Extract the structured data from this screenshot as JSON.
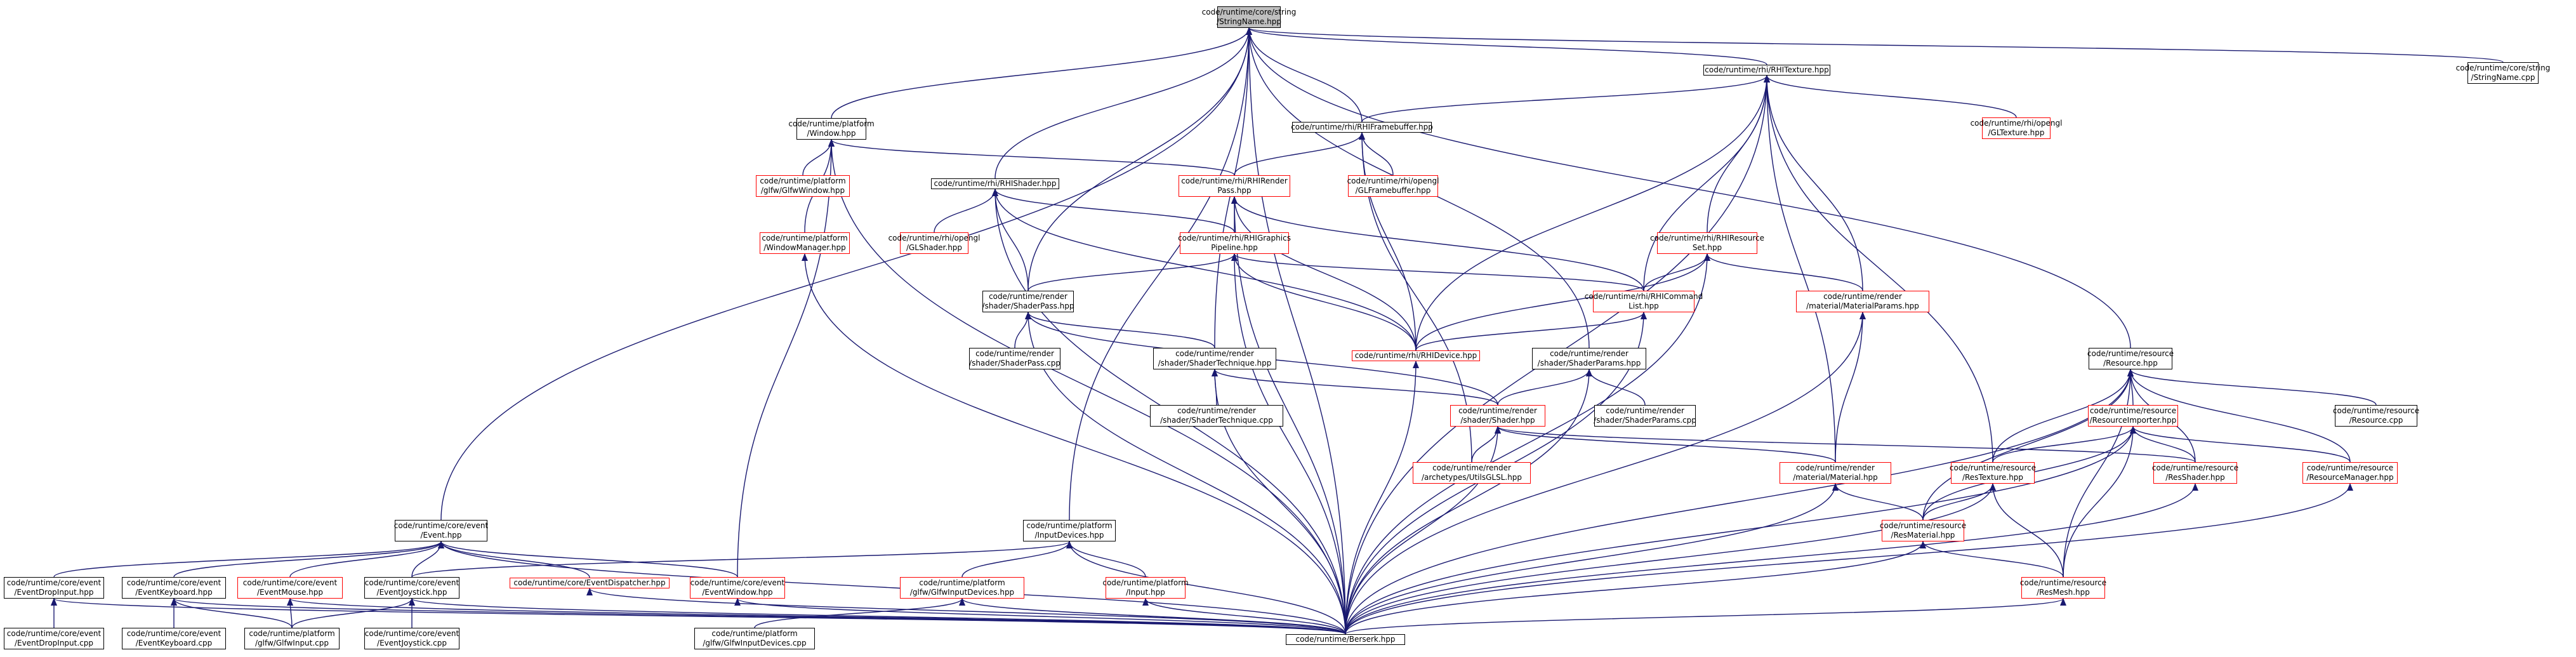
{
  "graph": {
    "title": "",
    "colors": {
      "edge": "#191970",
      "node_border": "#000000",
      "truncated_node_border": "#ff0000",
      "highlight_fill": "#bfbfbf",
      "background": "#ffffff"
    },
    "nodes": [
      {
        "id": "stringname",
        "lines": [
          "code/runtime/core/string",
          "/StringName.hpp"
        ],
        "style": "highlight"
      },
      {
        "id": "stringname_cpp",
        "lines": [
          "code/runtime/core/string",
          "/StringName.cpp"
        ],
        "style": "normal"
      },
      {
        "id": "rhitexture",
        "lines": [
          "code/runtime/rhi/RHITexture.hpp"
        ],
        "style": "normal"
      },
      {
        "id": "gltexture",
        "lines": [
          "code/runtime/rhi/opengl",
          "/GLTexture.hpp"
        ],
        "style": "truncated"
      },
      {
        "id": "window",
        "lines": [
          "code/runtime/platform",
          "/Window.hpp"
        ],
        "style": "normal"
      },
      {
        "id": "rhiframebuffer",
        "lines": [
          "code/runtime/rhi/RHIFramebuffer.hpp"
        ],
        "style": "normal"
      },
      {
        "id": "glfwwindow",
        "lines": [
          "code/runtime/platform",
          "/glfw/GlfwWindow.hpp"
        ],
        "style": "truncated"
      },
      {
        "id": "rhirenderpass",
        "lines": [
          "code/runtime/rhi/RHIRender",
          "Pass.hpp"
        ],
        "style": "truncated"
      },
      {
        "id": "glframebuffer",
        "lines": [
          "code/runtime/rhi/opengl",
          "/GLFramebuffer.hpp"
        ],
        "style": "truncated"
      },
      {
        "id": "rhishader",
        "lines": [
          "code/runtime/rhi/RHIShader.hpp"
        ],
        "style": "normal"
      },
      {
        "id": "glshader",
        "lines": [
          "code/runtime/rhi/opengl",
          "/GLShader.hpp"
        ],
        "style": "truncated"
      },
      {
        "id": "windowmanager",
        "lines": [
          "code/runtime/platform",
          "/WindowManager.hpp"
        ],
        "style": "truncated"
      },
      {
        "id": "rhigraphicspipeline",
        "lines": [
          "code/runtime/rhi/RHIGraphics",
          "Pipeline.hpp"
        ],
        "style": "truncated"
      },
      {
        "id": "rhiresourceset",
        "lines": [
          "code/runtime/rhi/RHIResource",
          "Set.hpp"
        ],
        "style": "truncated"
      },
      {
        "id": "shaderpass",
        "lines": [
          "code/runtime/render",
          "/shader/ShaderPass.hpp"
        ],
        "style": "normal"
      },
      {
        "id": "rhicommandlist",
        "lines": [
          "code/runtime/rhi/RHICommand",
          "List.hpp"
        ],
        "style": "truncated"
      },
      {
        "id": "materialparams",
        "lines": [
          "code/runtime/render",
          "/material/MaterialParams.hpp"
        ],
        "style": "truncated"
      },
      {
        "id": "shaderpass_cpp",
        "lines": [
          "code/runtime/render",
          "/shader/ShaderPass.cpp"
        ],
        "style": "normal"
      },
      {
        "id": "shadertechnique",
        "lines": [
          "code/runtime/render",
          "/shader/ShaderTechnique.hpp"
        ],
        "style": "normal"
      },
      {
        "id": "rhidevice",
        "lines": [
          "code/runtime/rhi/RHIDevice.hpp"
        ],
        "style": "truncated"
      },
      {
        "id": "shaderparams",
        "lines": [
          "code/runtime/render",
          "/shader/ShaderParams.hpp"
        ],
        "style": "normal"
      },
      {
        "id": "resource",
        "lines": [
          "code/runtime/resource",
          "/Resource.hpp"
        ],
        "style": "normal"
      },
      {
        "id": "shadertechnique_cpp",
        "lines": [
          "code/runtime/render",
          "/shader/ShaderTechnique.cpp"
        ],
        "style": "normal"
      },
      {
        "id": "shader",
        "lines": [
          "code/runtime/render",
          "/shader/Shader.hpp"
        ],
        "style": "truncated"
      },
      {
        "id": "shaderparams_cpp",
        "lines": [
          "code/runtime/render",
          "/shader/ShaderParams.cpp"
        ],
        "style": "normal"
      },
      {
        "id": "resourceimporter",
        "lines": [
          "code/runtime/resource",
          "/ResourceImporter.hpp"
        ],
        "style": "truncated"
      },
      {
        "id": "resource_cpp",
        "lines": [
          "code/runtime/resource",
          "/Resource.cpp"
        ],
        "style": "normal"
      },
      {
        "id": "utilsglsl",
        "lines": [
          "code/runtime/render",
          "/archetypes/UtilsGLSL.hpp"
        ],
        "style": "truncated"
      },
      {
        "id": "material",
        "lines": [
          "code/runtime/render",
          "/material/Material.hpp"
        ],
        "style": "truncated"
      },
      {
        "id": "restexture",
        "lines": [
          "code/runtime/resource",
          "/ResTexture.hpp"
        ],
        "style": "truncated"
      },
      {
        "id": "resshader",
        "lines": [
          "code/runtime/resource",
          "/ResShader.hpp"
        ],
        "style": "truncated"
      },
      {
        "id": "resourcemanager",
        "lines": [
          "code/runtime/resource",
          "/ResourceManager.hpp"
        ],
        "style": "truncated"
      },
      {
        "id": "event",
        "lines": [
          "code/runtime/core/event",
          "/Event.hpp"
        ],
        "style": "normal"
      },
      {
        "id": "inputdevices",
        "lines": [
          "code/runtime/platform",
          "/InputDevices.hpp"
        ],
        "style": "normal"
      },
      {
        "id": "resmaterial",
        "lines": [
          "code/runtime/resource",
          "/ResMaterial.hpp"
        ],
        "style": "truncated"
      },
      {
        "id": "eventdropinput",
        "lines": [
          "code/runtime/core/event",
          "/EventDropInput.hpp"
        ],
        "style": "normal"
      },
      {
        "id": "eventkeyboard",
        "lines": [
          "code/runtime/core/event",
          "/EventKeyboard.hpp"
        ],
        "style": "normal"
      },
      {
        "id": "eventmouse",
        "lines": [
          "code/runtime/core/event",
          "/EventMouse.hpp"
        ],
        "style": "truncated"
      },
      {
        "id": "eventjoystick",
        "lines": [
          "code/runtime/core/event",
          "/EventJoystick.hpp"
        ],
        "style": "normal"
      },
      {
        "id": "eventdispatcher",
        "lines": [
          "code/runtime/core/EventDispatcher.hpp"
        ],
        "style": "truncated"
      },
      {
        "id": "eventwindow",
        "lines": [
          "code/runtime/core/event",
          "/EventWindow.hpp"
        ],
        "style": "truncated"
      },
      {
        "id": "glfwinputdevices",
        "lines": [
          "code/runtime/platform",
          "/glfw/GlfwInputDevices.hpp"
        ],
        "style": "truncated"
      },
      {
        "id": "input",
        "lines": [
          "code/runtime/platform",
          "/Input.hpp"
        ],
        "style": "truncated"
      },
      {
        "id": "resmesh",
        "lines": [
          "code/runtime/resource",
          "/ResMesh.hpp"
        ],
        "style": "truncated"
      },
      {
        "id": "eventdropinput_cpp",
        "lines": [
          "code/runtime/core/event",
          "/EventDropInput.cpp"
        ],
        "style": "normal"
      },
      {
        "id": "eventkeyboard_cpp",
        "lines": [
          "code/runtime/core/event",
          "/EventKeyboard.cpp"
        ],
        "style": "normal"
      },
      {
        "id": "glfwinput",
        "lines": [
          "code/runtime/platform",
          "/glfw/GlfwInput.cpp"
        ],
        "style": "normal"
      },
      {
        "id": "eventjoystick_cpp",
        "lines": [
          "code/runtime/core/event",
          "/EventJoystick.cpp"
        ],
        "style": "normal"
      },
      {
        "id": "glfwinputdevices_cpp",
        "lines": [
          "code/runtime/platform",
          "/glfw/GlfwInputDevices.cpp"
        ],
        "style": "normal"
      },
      {
        "id": "berserk",
        "lines": [
          "code/runtime/Berserk.hpp"
        ],
        "style": "normal"
      }
    ],
    "edges": [
      [
        "stringname",
        "stringname_cpp"
      ],
      [
        "stringname",
        "rhitexture"
      ],
      [
        "stringname",
        "window"
      ],
      [
        "stringname",
        "rhiframebuffer"
      ],
      [
        "stringname",
        "rhishader"
      ],
      [
        "stringname",
        "shaderpass"
      ],
      [
        "stringname",
        "shadertechnique"
      ],
      [
        "stringname",
        "shaderparams"
      ],
      [
        "stringname",
        "resource"
      ],
      [
        "stringname",
        "event"
      ],
      [
        "stringname",
        "inputdevices"
      ],
      [
        "stringname",
        "berserk"
      ],
      [
        "rhitexture",
        "gltexture"
      ],
      [
        "rhitexture",
        "rhiframebuffer"
      ],
      [
        "rhitexture",
        "rhiresourceset"
      ],
      [
        "rhitexture",
        "rhicommandlist"
      ],
      [
        "rhitexture",
        "materialparams"
      ],
      [
        "rhitexture",
        "rhidevice"
      ],
      [
        "rhitexture",
        "material"
      ],
      [
        "rhitexture",
        "restexture"
      ],
      [
        "rhitexture",
        "berserk"
      ],
      [
        "window",
        "glfwwindow"
      ],
      [
        "window",
        "rhirenderpass"
      ],
      [
        "window",
        "windowmanager"
      ],
      [
        "window",
        "eventwindow"
      ],
      [
        "window",
        "berserk"
      ],
      [
        "rhiframebuffer",
        "rhirenderpass"
      ],
      [
        "rhiframebuffer",
        "glframebuffer"
      ],
      [
        "rhiframebuffer",
        "rhidevice"
      ],
      [
        "rhiframebuffer",
        "utilsglsl"
      ],
      [
        "rhirenderpass",
        "rhigraphicspipeline"
      ],
      [
        "rhirenderpass",
        "rhicommandlist"
      ],
      [
        "rhirenderpass",
        "rhidevice"
      ],
      [
        "rhirenderpass",
        "berserk"
      ],
      [
        "rhishader",
        "glshader"
      ],
      [
        "rhishader",
        "rhigraphicspipeline"
      ],
      [
        "rhishader",
        "shaderpass"
      ],
      [
        "rhishader",
        "rhidevice"
      ],
      [
        "rhishader",
        "berserk"
      ],
      [
        "windowmanager",
        "berserk"
      ],
      [
        "rhigraphicspipeline",
        "shaderpass"
      ],
      [
        "rhigraphicspipeline",
        "rhicommandlist"
      ],
      [
        "rhigraphicspipeline",
        "rhidevice"
      ],
      [
        "rhigraphicspipeline",
        "berserk"
      ],
      [
        "rhiresourceset",
        "rhicommandlist"
      ],
      [
        "rhiresourceset",
        "materialparams"
      ],
      [
        "rhiresourceset",
        "rhidevice"
      ],
      [
        "rhiresourceset",
        "berserk"
      ],
      [
        "shaderpass",
        "shaderpass_cpp"
      ],
      [
        "shaderpass",
        "shadertechnique"
      ],
      [
        "shaderpass",
        "shader"
      ],
      [
        "shaderpass",
        "berserk"
      ],
      [
        "rhicommandlist",
        "rhidevice"
      ],
      [
        "rhicommandlist",
        "berserk"
      ],
      [
        "materialparams",
        "material"
      ],
      [
        "materialparams",
        "berserk"
      ],
      [
        "shadertechnique",
        "shadertechnique_cpp"
      ],
      [
        "shadertechnique",
        "shader"
      ],
      [
        "shadertechnique",
        "berserk"
      ],
      [
        "rhidevice",
        "berserk"
      ],
      [
        "shaderparams",
        "shaderparams_cpp"
      ],
      [
        "shaderparams",
        "shader"
      ],
      [
        "shaderparams",
        "berserk"
      ],
      [
        "resource",
        "resource_cpp"
      ],
      [
        "resource",
        "resourceimporter"
      ],
      [
        "resource",
        "restexture"
      ],
      [
        "resource",
        "resshader"
      ],
      [
        "resource",
        "resourcemanager"
      ],
      [
        "resource",
        "resmaterial"
      ],
      [
        "resource",
        "resmesh"
      ],
      [
        "resource",
        "berserk"
      ],
      [
        "shader",
        "utilsglsl"
      ],
      [
        "shader",
        "material"
      ],
      [
        "shader",
        "resshader"
      ],
      [
        "shader",
        "berserk"
      ],
      [
        "resourceimporter",
        "restexture"
      ],
      [
        "resourceimporter",
        "resshader"
      ],
      [
        "resourceimporter",
        "resourcemanager"
      ],
      [
        "resourceimporter",
        "resmaterial"
      ],
      [
        "resourceimporter",
        "resmesh"
      ],
      [
        "resourceimporter",
        "berserk"
      ],
      [
        "material",
        "resmaterial"
      ],
      [
        "material",
        "berserk"
      ],
      [
        "restexture",
        "resmaterial"
      ],
      [
        "restexture",
        "resmesh"
      ],
      [
        "restexture",
        "berserk"
      ],
      [
        "resshader",
        "berserk"
      ],
      [
        "resourcemanager",
        "berserk"
      ],
      [
        "resmaterial",
        "resmesh"
      ],
      [
        "resmaterial",
        "berserk"
      ],
      [
        "resmesh",
        "berserk"
      ],
      [
        "event",
        "eventdropinput"
      ],
      [
        "event",
        "eventkeyboard"
      ],
      [
        "event",
        "eventmouse"
      ],
      [
        "event",
        "eventjoystick"
      ],
      [
        "event",
        "eventdispatcher"
      ],
      [
        "event",
        "eventwindow"
      ],
      [
        "event",
        "berserk"
      ],
      [
        "inputdevices",
        "eventjoystick"
      ],
      [
        "inputdevices",
        "glfwinputdevices"
      ],
      [
        "inputdevices",
        "input"
      ],
      [
        "inputdevices",
        "berserk"
      ],
      [
        "eventdropinput",
        "eventdropinput_cpp"
      ],
      [
        "eventdropinput",
        "berserk"
      ],
      [
        "eventkeyboard",
        "eventkeyboard_cpp"
      ],
      [
        "eventkeyboard",
        "glfwinput"
      ],
      [
        "eventkeyboard",
        "berserk"
      ],
      [
        "eventmouse",
        "glfwinput"
      ],
      [
        "eventmouse",
        "berserk"
      ],
      [
        "eventjoystick",
        "eventjoystick_cpp"
      ],
      [
        "eventjoystick",
        "glfwinput"
      ],
      [
        "eventjoystick",
        "berserk"
      ],
      [
        "eventdispatcher",
        "berserk"
      ],
      [
        "eventwindow",
        "berserk"
      ],
      [
        "glfwinputdevices",
        "glfwinputdevices_cpp"
      ],
      [
        "glfwinputdevices",
        "berserk"
      ],
      [
        "input",
        "berserk"
      ]
    ]
  }
}
